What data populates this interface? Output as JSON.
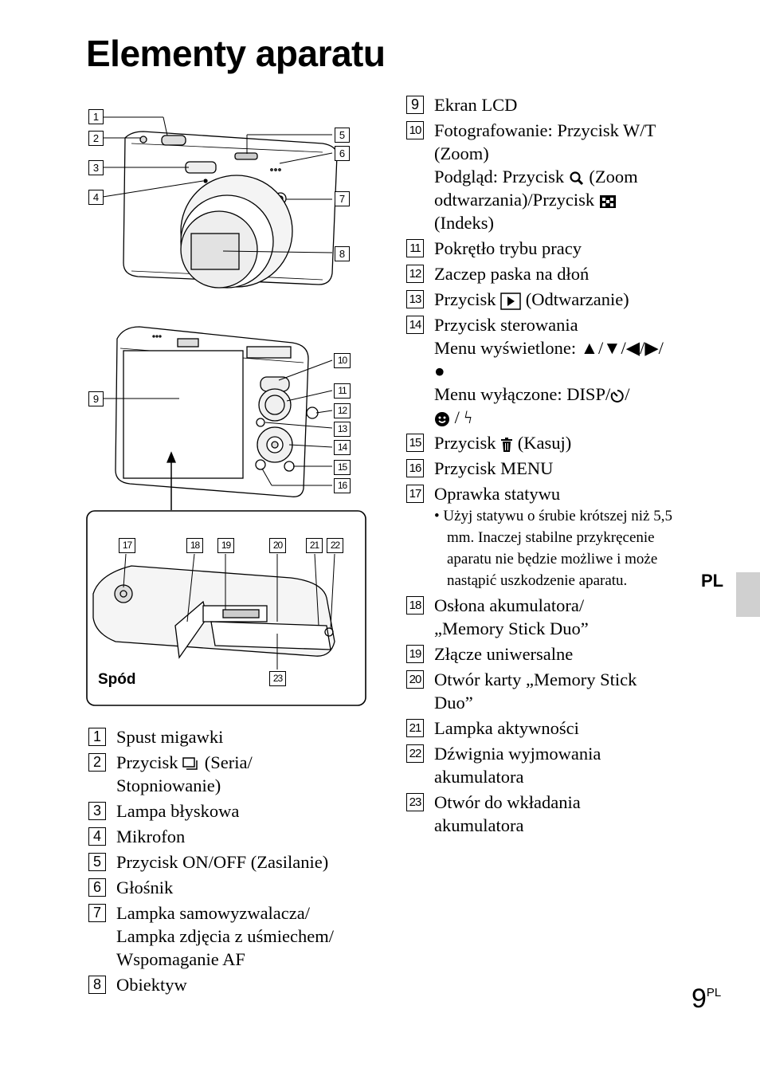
{
  "title": "Elementy aparatu",
  "side_tab": "PL",
  "page_number": "9",
  "page_suffix": "PL",
  "figure": {
    "bottom_label": "Spód",
    "callouts_top": [
      "1",
      "2",
      "3",
      "4",
      "5",
      "6",
      "7",
      "8"
    ],
    "callouts_back": [
      "9",
      "10",
      "11",
      "12",
      "13",
      "14",
      "15",
      "16"
    ],
    "callouts_bottom": [
      "17",
      "18",
      "19",
      "20",
      "21",
      "22",
      "23"
    ]
  },
  "items": {
    "i1": {
      "n": "1",
      "text": "Spust migawki"
    },
    "i2": {
      "n": "2",
      "pre": "Przycisk",
      "post": "(Seria/",
      "line2": "Stopniowanie)"
    },
    "i3": {
      "n": "3",
      "text": "Lampa błyskowa"
    },
    "i4": {
      "n": "4",
      "text": "Mikrofon"
    },
    "i5": {
      "n": "5",
      "text": "Przycisk ON/OFF (Zasilanie)"
    },
    "i6": {
      "n": "6",
      "text": "Głośnik"
    },
    "i7": {
      "n": "7",
      "line1": "Lampka samowyzwalacza/",
      "line2": "Lampka zdjęcia z uśmiechem/",
      "line3": "Wspomaganie AF"
    },
    "i8": {
      "n": "8",
      "text": "Obiektyw"
    },
    "i9": {
      "n": "9",
      "text": "Ekran LCD"
    },
    "i10": {
      "n": "10",
      "line1": "Fotografowanie: Przycisk W/T",
      "line2": "(Zoom)",
      "l3pre": "Podgląd: Przycisk",
      "l3post": "(Zoom",
      "l4pre": "odtwarzania)/Przycisk",
      "line5": "(Indeks)"
    },
    "i11": {
      "n": "11",
      "text": "Pokrętło trybu pracy"
    },
    "i12": {
      "n": "12",
      "text": "Zaczep paska na dłoń"
    },
    "i13": {
      "n": "13",
      "pre": "Przycisk",
      "post": "(Odtwarzanie)"
    },
    "i14": {
      "n": "14",
      "line1": "Przycisk sterowania",
      "line2": "Menu wyświetlone: ▲/▼/◀/▶/",
      "line3": "●",
      "line4": "Menu wyłączone: DISP/",
      "line4b": "/",
      "line5": "/ ϟ"
    },
    "i15": {
      "n": "15",
      "pre": "Przycisk",
      "post": "(Kasuj)"
    },
    "i16": {
      "n": "16",
      "text": "Przycisk MENU"
    },
    "i17": {
      "n": "17",
      "text": "Oprawka statywu",
      "bullet": "• Użyj statywu o śrubie krótszej niż 5,5 mm. Inaczej stabilne przykręcenie aparatu nie będzie możliwe i może nastąpić uszkodzenie aparatu."
    },
    "i18": {
      "n": "18",
      "line1": "Osłona akumulatora/",
      "line2": "„Memory Stick Duo”"
    },
    "i19": {
      "n": "19",
      "text": "Złącze uniwersalne"
    },
    "i20": {
      "n": "20",
      "line1": "Otwór karty „Memory Stick",
      "line2": "Duo”"
    },
    "i21": {
      "n": "21",
      "text": "Lampka aktywności"
    },
    "i22": {
      "n": "22",
      "line1": "Dźwignia wyjmowania",
      "line2": "akumulatora"
    },
    "i23": {
      "n": "23",
      "line1": "Otwór do wkładania",
      "line2": "akumulatora"
    }
  }
}
